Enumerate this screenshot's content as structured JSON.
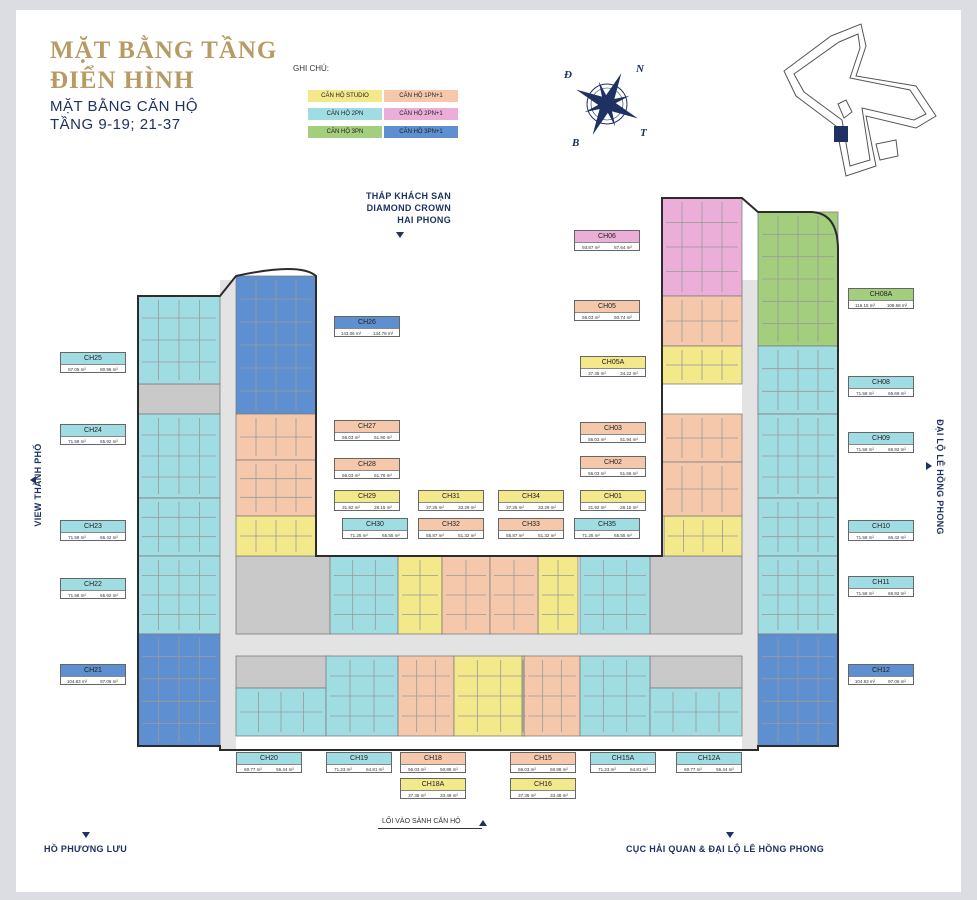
{
  "title": {
    "line1": "MẶT BẰNG TẦNG",
    "line2": "ĐIỂN HÌNH",
    "line3": "MẶT BẰNG CĂN HỘ",
    "line4": "TẦNG 9-19; 21-37"
  },
  "legend": {
    "title": "GHI CHÚ:",
    "items": [
      {
        "label": "CĂN HỘ STUDIO",
        "color": "#f3e88a"
      },
      {
        "label": "CĂN HỘ 1PN+1",
        "color": "#f5c8ac"
      },
      {
        "label": "CĂN HỘ 2PN",
        "color": "#9fdde3"
      },
      {
        "label": "CĂN HỘ 2PN+1",
        "color": "#eaaed8"
      },
      {
        "label": "CĂN HỘ 3PN",
        "color": "#a3ce7e"
      },
      {
        "label": "CĂN HỘ 3PN+1",
        "color": "#5e8fd0"
      }
    ]
  },
  "compass": {
    "n": "N",
    "d": "Đ",
    "t": "T",
    "b": "B"
  },
  "directions": {
    "top": "THÁP KHÁCH SẠN\nDIAMOND CROWN\nHAI PHONG",
    "left": "VIEW THÀNH PHỐ",
    "right": "ĐẠI LỘ LÊ HỒNG PHONG",
    "bottom_left": "HỒ PHƯƠNG LƯU",
    "bottom_right": "CỤC HẢI QUAN & ĐẠI LỘ LÊ HỒNG PHONG",
    "entrance": "LỐI VÀO SẢNH CĂN HỘ"
  },
  "colors": {
    "navy": "#1e3162",
    "gold": "#b89a63",
    "core": "#c9c9c9",
    "corridor": "#e3e3e3",
    "wall": "#2c2c2c"
  },
  "units": [
    {
      "code": "CH26",
      "a1": "143.06 m²",
      "a2": "134.78 m²",
      "type": 5
    },
    {
      "code": "CH25",
      "a1": "87.05 m²",
      "a2": "80.96 m²",
      "type": 2
    },
    {
      "code": "CH24",
      "a1": "71.58 m²",
      "a2": "65.92 m²",
      "type": 2
    },
    {
      "code": "CH23",
      "a1": "71.58 m²",
      "a2": "66.42 m²",
      "type": 2
    },
    {
      "code": "CH22",
      "a1": "71.58 m²",
      "a2": "65.92 m²",
      "type": 2
    },
    {
      "code": "CH21",
      "a1": "104.83 m²",
      "a2": "97.06 m²",
      "type": 5
    },
    {
      "code": "CH27",
      "a1": "56.03 m²",
      "a2": "51.90 m²",
      "type": 1
    },
    {
      "code": "CH28",
      "a1": "56.03 m²",
      "a2": "51.78 m²",
      "type": 1
    },
    {
      "code": "CH29",
      "a1": "31.92 m²",
      "a2": "28.15 m²",
      "type": 0
    },
    {
      "code": "CH30",
      "a1": "71.25 m²",
      "a2": "65.55 m²",
      "type": 2
    },
    {
      "code": "CH31",
      "a1": "37.25 m²",
      "a2": "33.29 m²",
      "type": 0
    },
    {
      "code": "CH32",
      "a1": "55.87 m²",
      "a2": "51.32 m²",
      "type": 1
    },
    {
      "code": "CH34",
      "a1": "37.25 m²",
      "a2": "33.29 m²",
      "type": 0
    },
    {
      "code": "CH33",
      "a1": "55.87 m²",
      "a2": "51.32 m²",
      "type": 1
    },
    {
      "code": "CH01",
      "a1": "31.92 m²",
      "a2": "28.15 m²",
      "type": 0
    },
    {
      "code": "CH35",
      "a1": "71.25 m²",
      "a2": "65.55 m²",
      "type": 2
    },
    {
      "code": "CH06",
      "a1": "93.87 m²",
      "a2": "87.64 m²",
      "type": 3
    },
    {
      "code": "CH05",
      "a1": "56.03 m²",
      "a2": "50.74 m²",
      "type": 1
    },
    {
      "code": "CH05A",
      "a1": "37.35 m²",
      "a2": "34.22 m²",
      "type": 0
    },
    {
      "code": "CH03",
      "a1": "56.03 m²",
      "a2": "51.94 m²",
      "type": 1
    },
    {
      "code": "CH02",
      "a1": "56.03 m²",
      "a2": "51.66 m²",
      "type": 1
    },
    {
      "code": "CH08A",
      "a1": "116.15 m²",
      "a2": "108.68 m²",
      "type": 4
    },
    {
      "code": "CH08",
      "a1": "71.58 m²",
      "a2": "65.69 m²",
      "type": 2
    },
    {
      "code": "CH09",
      "a1": "71.58 m²",
      "a2": "65.92 m²",
      "type": 2
    },
    {
      "code": "CH10",
      "a1": "71.58 m²",
      "a2": "66.42 m²",
      "type": 2
    },
    {
      "code": "CH11",
      "a1": "71.58 m²",
      "a2": "65.92 m²",
      "type": 2
    },
    {
      "code": "CH12",
      "a1": "104.83 m²",
      "a2": "97.06 m²",
      "type": 5
    },
    {
      "code": "CH20",
      "a1": "60.77 m²",
      "a2": "56.44 m²",
      "type": 2
    },
    {
      "code": "CH19",
      "a1": "71.23 m²",
      "a2": "64.81 m²",
      "type": 2
    },
    {
      "code": "CH18",
      "a1": "56.03 m²",
      "a2": "50.88 m²",
      "type": 1
    },
    {
      "code": "CH18A",
      "a1": "37.35 m²",
      "a2": "33.48 m²",
      "type": 0
    },
    {
      "code": "CH15",
      "a1": "56.03 m²",
      "a2": "50.88 m²",
      "type": 1
    },
    {
      "code": "CH16",
      "a1": "37.35 m²",
      "a2": "33.48 m²",
      "type": 0
    },
    {
      "code": "CH15A",
      "a1": "71.23 m²",
      "a2": "64.81 m²",
      "type": 2
    },
    {
      "code": "CH12A",
      "a1": "60.77 m²",
      "a2": "56.44 m²",
      "type": 2
    }
  ]
}
